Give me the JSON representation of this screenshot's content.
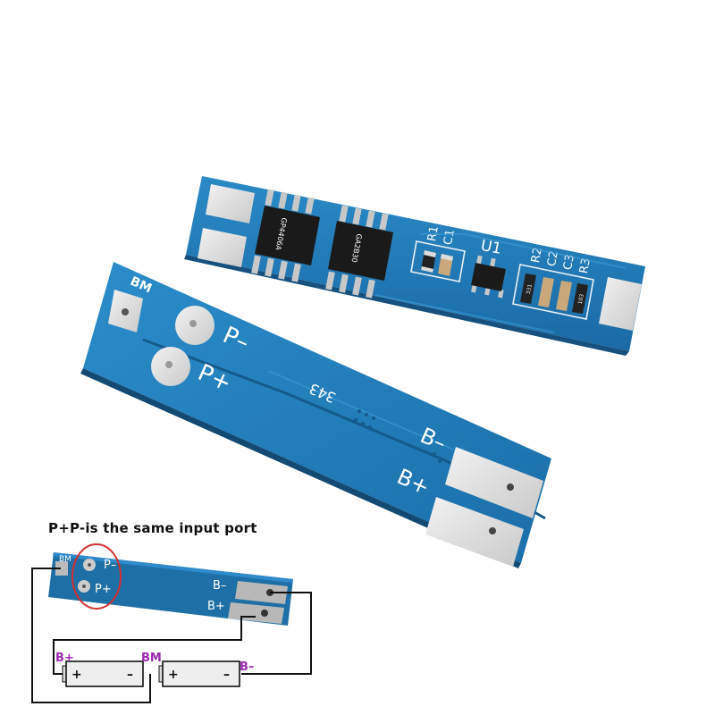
{
  "image": {
    "caption": "P+P-is the same input port"
  },
  "board_back": {
    "labels": {
      "r1": "R1",
      "c1": "C1",
      "u1": "U1",
      "r2": "R2",
      "c2": "C2",
      "c3": "C3",
      "r3": "R3"
    },
    "chip_marking_1": "GP4406A",
    "chip_marking_2": "GA2B30",
    "resistor_code": "331",
    "resistor_code_2": "103"
  },
  "board_front": {
    "labels": {
      "bm": "BM",
      "p_minus": "P–",
      "p_plus": "P+",
      "b_minus": "B–",
      "b_plus": "B+",
      "code": "343"
    }
  },
  "diagram": {
    "board_labels": {
      "bm": "BM",
      "p_minus": "P–",
      "p_plus": "P+",
      "b_minus": "B–",
      "b_plus": "B+"
    },
    "wire_labels": {
      "b_plus": "B+",
      "bm": "BM",
      "b_minus": "B–"
    },
    "cell_1": {
      "plus": "+",
      "minus": "–"
    },
    "cell_2": {
      "plus": "+",
      "minus": "–"
    },
    "colors": {
      "highlight_circle": "#d32f2f",
      "wire_label": "#9c27b0",
      "board": "#1d6fa5"
    }
  }
}
